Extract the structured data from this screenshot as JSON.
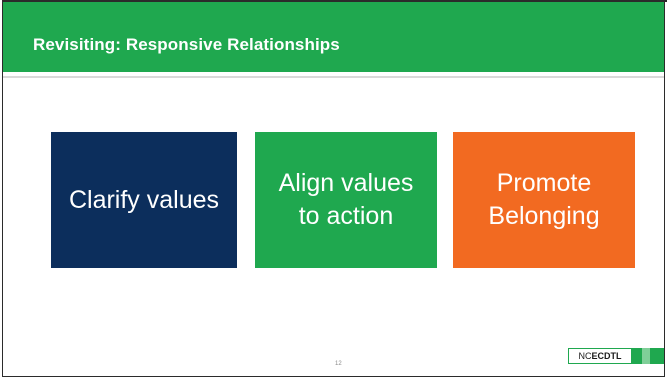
{
  "slide": {
    "title": "Revisiting: Responsive Relationships",
    "page_number": "12"
  },
  "boxes": [
    {
      "lines": [
        "Clarify values"
      ],
      "color": "#0c2e5c"
    },
    {
      "lines": [
        "Align values",
        "to action"
      ],
      "color": "#1fa84f"
    },
    {
      "lines": [
        "Promote",
        "Belonging"
      ],
      "color": "#f26a21"
    }
  ],
  "logo": {
    "prefix": "NC",
    "emphasis": "ECDTL"
  },
  "colors": {
    "header_green": "#1fa84f",
    "navy": "#0c2e5c",
    "orange": "#f26a21"
  }
}
